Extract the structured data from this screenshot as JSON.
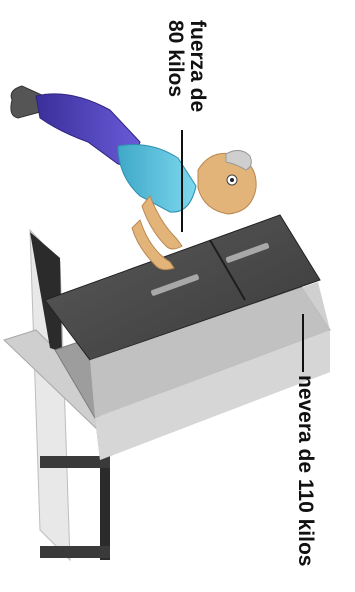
{
  "labels": {
    "force_line1": "fuerza de",
    "force_line2": "80 kilos",
    "fridge": "nevera de 110 kilos"
  },
  "colors": {
    "fridge_body": "#d4d4d4",
    "fridge_top": "#4a4a4a",
    "dolly_frame": "#2b2b2b",
    "shirt": "#5fc6e0",
    "pants": "#4f3fb8",
    "skin": "#e2b47a",
    "leader_line": "#111111"
  }
}
